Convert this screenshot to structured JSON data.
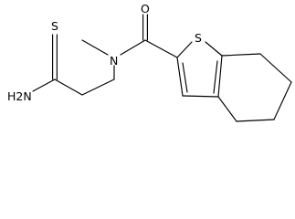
{
  "molecule": {
    "atoms": {
      "S_thioamide": "S",
      "NH2": "H2N",
      "N_amide": "N",
      "O_carbonyl": "O",
      "S_thiophene": "S"
    },
    "colors": {
      "bond": "#000000",
      "label": "#000000",
      "background": "#ffffff"
    }
  }
}
